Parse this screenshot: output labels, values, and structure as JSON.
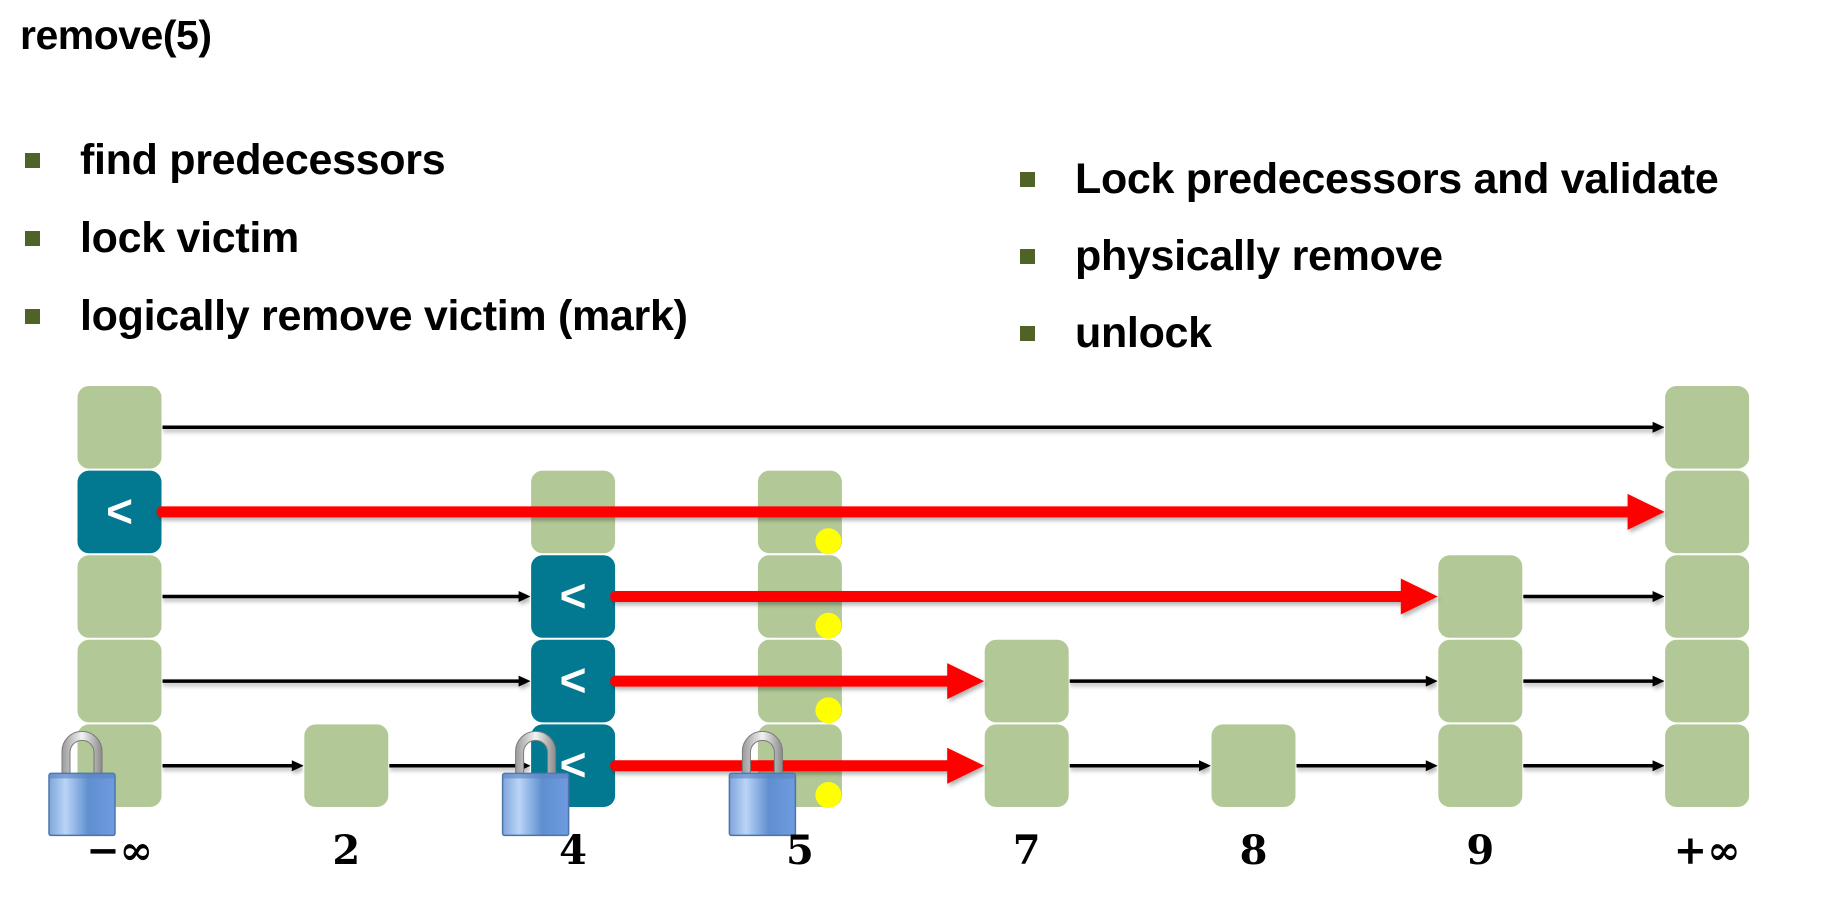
{
  "slide": {
    "title": "remove(5)",
    "left_bullets": [
      "find predecessors",
      "lock victim",
      "logically remove victim (mark)"
    ],
    "right_bullets": [
      "Lock predecessors and validate",
      "physically remove",
      "unlock"
    ]
  },
  "colors": {
    "node": "#b3c897",
    "locked_pred_node": "#037991",
    "bullet": "#4f6228",
    "pointer": "#000000",
    "highlight_pointer": "#ff0000",
    "mark_dot": "#ffff00"
  },
  "skiplist": {
    "max_level": 4,
    "nodes": [
      {
        "key": "−∞",
        "height": 5,
        "locked": true
      },
      {
        "key": "2",
        "height": 1,
        "locked": false
      },
      {
        "key": "4",
        "height": 4,
        "locked": true
      },
      {
        "key": "5",
        "height": 4,
        "locked": true,
        "marked": true,
        "victim": true
      },
      {
        "key": "7",
        "height": 2,
        "locked": false
      },
      {
        "key": "8",
        "height": 1,
        "locked": false
      },
      {
        "key": "9",
        "height": 3,
        "locked": false
      },
      {
        "key": "+∞",
        "height": 5,
        "locked": false
      }
    ],
    "predecessor_marks": [
      {
        "node": "−∞",
        "level": 3,
        "symbol": "<"
      },
      {
        "node": "4",
        "level": 2,
        "symbol": "<"
      },
      {
        "node": "4",
        "level": 1,
        "symbol": "<"
      },
      {
        "node": "4",
        "level": 0,
        "symbol": "<"
      }
    ],
    "pointers": [
      {
        "from": "−∞",
        "to": "+∞",
        "level": 4,
        "highlight": false
      },
      {
        "from": "−∞",
        "to": "+∞",
        "level": 3,
        "highlight": true
      },
      {
        "from": "−∞",
        "to": "4",
        "level": 2,
        "highlight": false
      },
      {
        "from": "4",
        "to": "9",
        "level": 2,
        "highlight": true
      },
      {
        "from": "9",
        "to": "+∞",
        "level": 2,
        "highlight": false
      },
      {
        "from": "−∞",
        "to": "4",
        "level": 1,
        "highlight": false
      },
      {
        "from": "4",
        "to": "7",
        "level": 1,
        "highlight": true
      },
      {
        "from": "7",
        "to": "9",
        "level": 1,
        "highlight": false
      },
      {
        "from": "9",
        "to": "+∞",
        "level": 1,
        "highlight": false
      },
      {
        "from": "−∞",
        "to": "2",
        "level": 0,
        "highlight": false
      },
      {
        "from": "2",
        "to": "4",
        "level": 0,
        "highlight": false
      },
      {
        "from": "4",
        "to": "7",
        "level": 0,
        "highlight": true
      },
      {
        "from": "7",
        "to": "8",
        "level": 0,
        "highlight": false
      },
      {
        "from": "8",
        "to": "9",
        "level": 0,
        "highlight": false
      },
      {
        "from": "9",
        "to": "+∞",
        "level": 0,
        "highlight": false
      }
    ]
  }
}
